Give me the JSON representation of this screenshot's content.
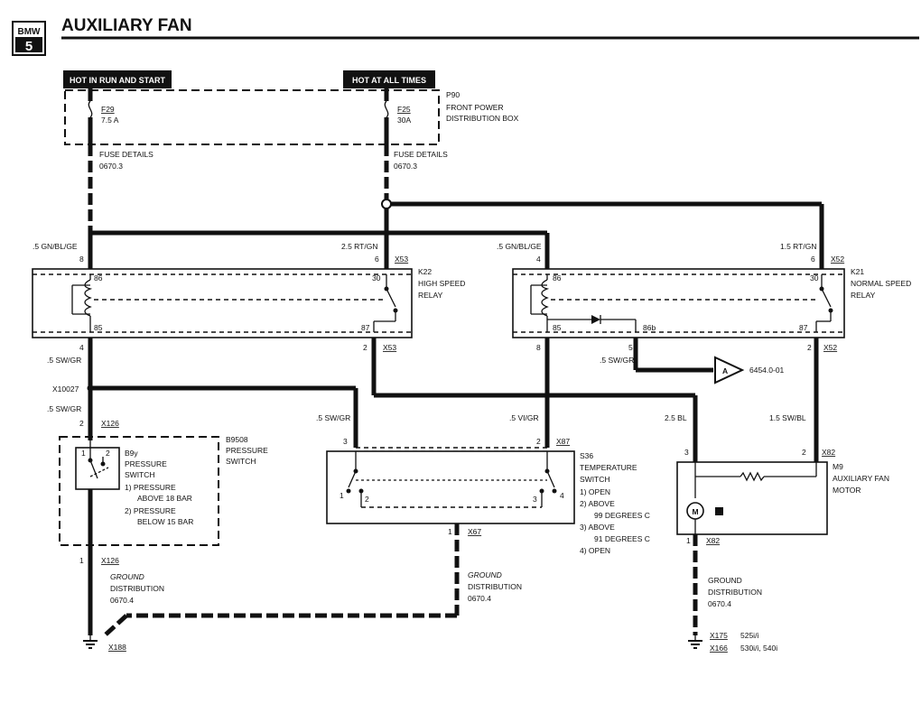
{
  "header": {
    "logo_top": "BMW",
    "logo_bottom": "5",
    "title": "AUXILIARY FAN"
  },
  "sources": {
    "run_start": "HOT IN RUN AND START",
    "all_times": "HOT AT ALL TIMES"
  },
  "fuse_box": {
    "id": "P90",
    "name_1": "FRONT POWER",
    "name_2": "DISTRIBUTION BOX",
    "fuse1_id": "F29",
    "fuse1_rating": "7.5 A",
    "fuse2_id": "F25",
    "fuse2_rating": "30A",
    "details_1": "FUSE DETAILS",
    "details_ref_1": "0670.3",
    "details_2": "FUSE DETAILS",
    "details_ref_2": "0670.3"
  },
  "wires": {
    "w_gnblge_1": ".5 GN/BL/GE",
    "w_rtgn_25": "2.5 RT/GN",
    "w_gnblge_2": ".5 GN/BL/GE",
    "w_rtgn_15": "1.5 RT/GN",
    "w_swgr_1": ".5 SW/GR",
    "w_swgr_2": ".5 SW/GR",
    "w_swgr_3": ".5 SW/GR",
    "w_swgr_4": ".5 SW/GR",
    "w_vigr": ".5 VI/GR",
    "w_bl_25": "2.5 BL",
    "w_swbl": "1.5 SW/BL"
  },
  "connectors": {
    "x53_top": "X53",
    "x52_top": "X52",
    "x53_bot": "X53",
    "x52_bot": "X52",
    "x10027": "X10027",
    "x126_top": "X126",
    "x87_top": "X87",
    "x82_top": "X82",
    "x126_bot": "X126",
    "x67": "X67",
    "x82_bot": "X82",
    "x188": "X188",
    "x175": "X175",
    "x166": "X166"
  },
  "pins": {
    "p_8a": "8",
    "p_6a": "6",
    "p_4a": "4",
    "p_6b": "6",
    "p_86a": "86",
    "p_30a": "30",
    "p_85a": "85",
    "p_87a": "87",
    "p_86b": "86",
    "p_30b": "30",
    "p_85b": "85",
    "p_86bb": "86b",
    "p_87b": "87",
    "p_4b": "4",
    "p_2a": "2",
    "p_8b": "8",
    "p_5": "5",
    "p_2b": "2",
    "p_2c": "2",
    "p_1a": "1",
    "p_2d": "2",
    "p_3a": "3",
    "p_2e": "2",
    "p_3b": "3",
    "p_2f": "2",
    "p_1b": "1",
    "p_2g": "2",
    "p_3c": "3",
    "p_4c": "4",
    "p_1c": "1",
    "p_1d": "1",
    "p_1e": "1"
  },
  "relay_k22": {
    "id": "K22",
    "name_1": "HIGH SPEED",
    "name_2": "RELAY"
  },
  "relay_k21": {
    "id": "K21",
    "name_1": "NORMAL SPEED",
    "name_2": "RELAY"
  },
  "connector_a": {
    "letter": "A",
    "ref": "6454.0-01"
  },
  "pressure_switch": {
    "group_id": "B9508",
    "group_name_1": "PRESSURE",
    "group_name_2": "SWITCH",
    "id": "B9y",
    "name_1": "PRESSURE",
    "name_2": "SWITCH",
    "state_1a": "1)  PRESSURE",
    "state_1b": "ABOVE 18 BAR",
    "state_2a": "2)  PRESSURE",
    "state_2b": "BELOW 15 BAR"
  },
  "temp_switch": {
    "id": "S36",
    "name_1": "TEMPERATURE",
    "name_2": "SWITCH",
    "s1": "1)  OPEN",
    "s2a": "2)  ABOVE",
    "s2b": "99 DEGREES C",
    "s3a": "3)  ABOVE",
    "s3b": "91 DEGREES C",
    "s4": "4)  OPEN"
  },
  "motor": {
    "id": "M9",
    "name_1": "AUXILIARY FAN",
    "name_2": "MOTOR",
    "symbol": "M"
  },
  "grounds": {
    "g1_a": "GROUND",
    "g1_b": "DISTRIBUTION",
    "g1_c": "0670.4",
    "g2_a": "GROUND",
    "g2_b": "DISTRIBUTION",
    "g2_c": "0670.4",
    "g3_a": "GROUND",
    "g3_b": "DISTRIBUTION",
    "g3_c": "0670.4",
    "model_1": "525i/i",
    "model_2": "530i/i, 540i"
  }
}
